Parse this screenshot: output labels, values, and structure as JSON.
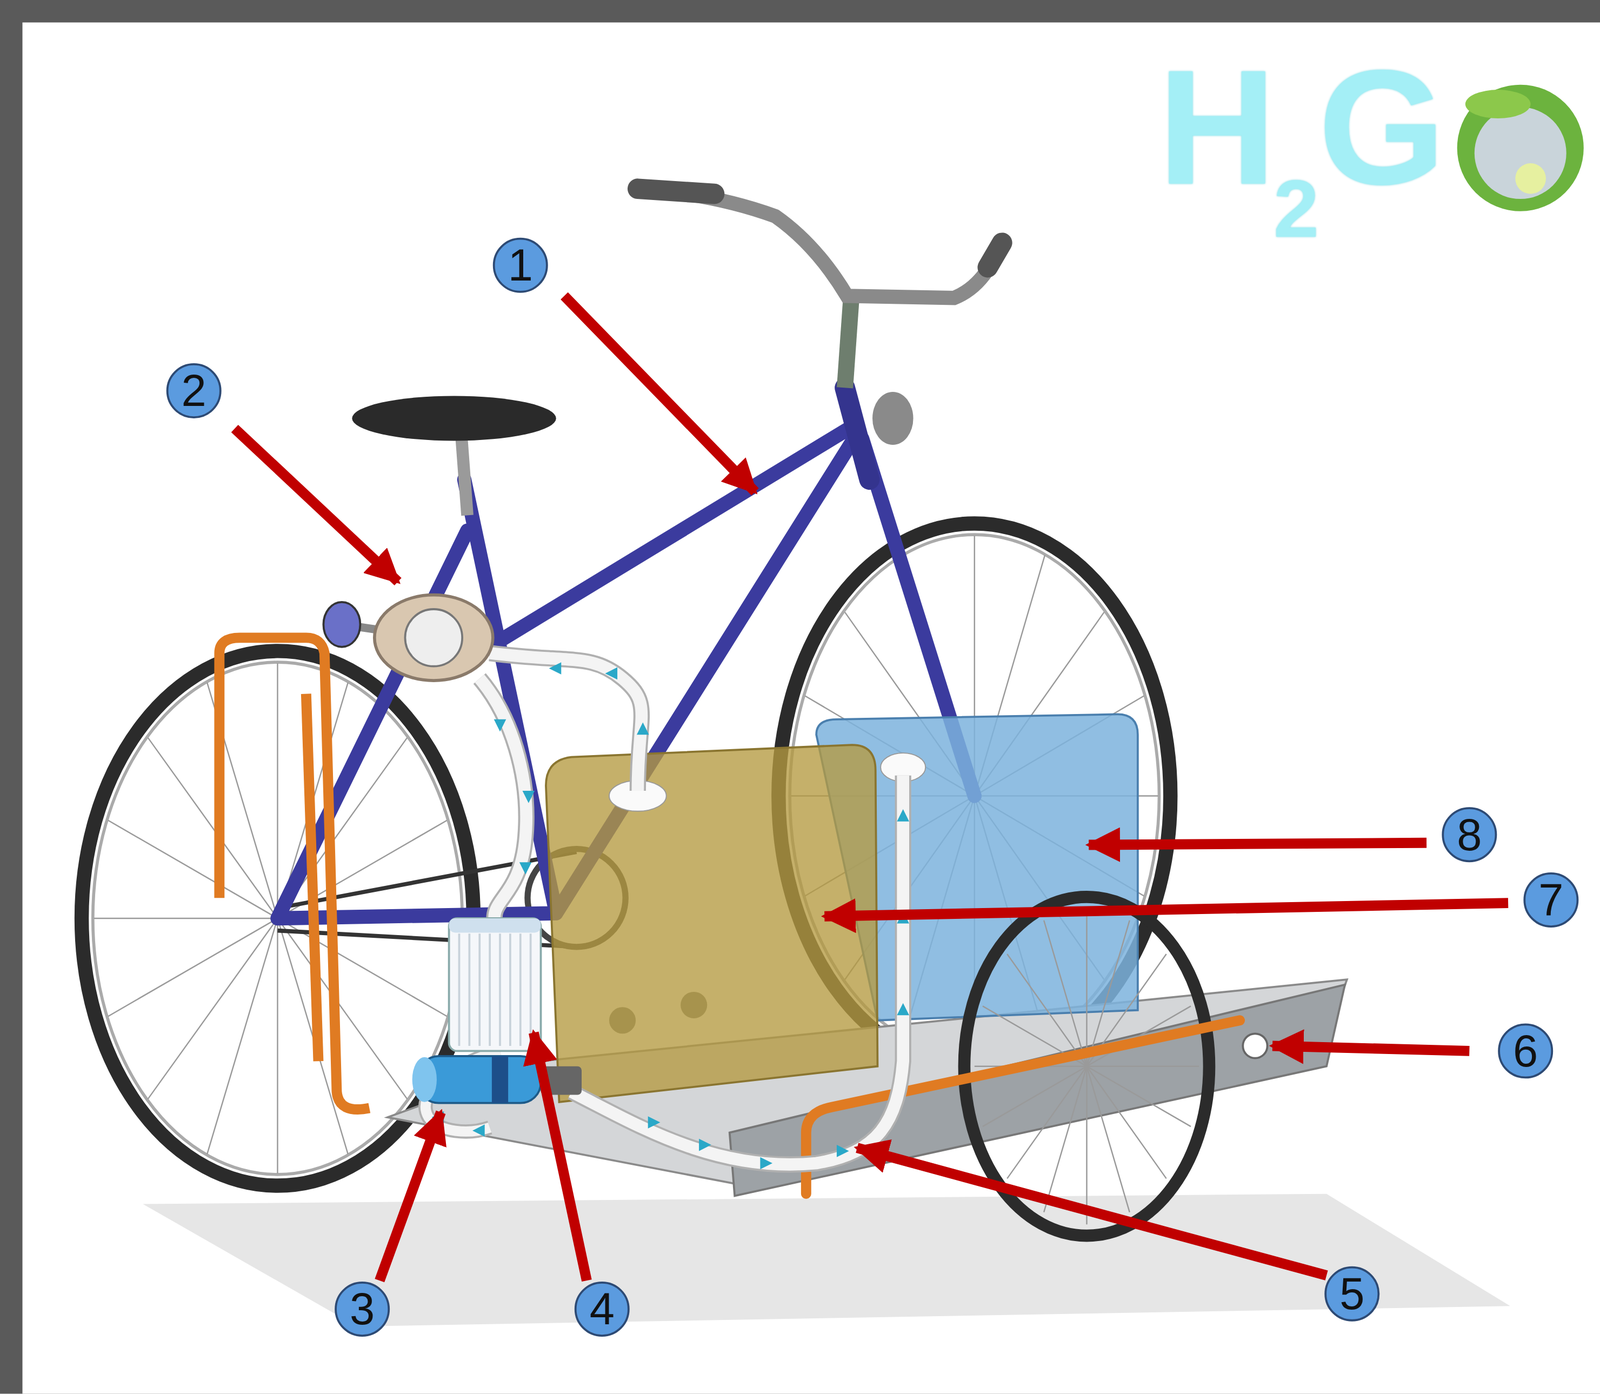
{
  "diagram": {
    "nodes": [
      {
        "text": [
          "1"
        ]
      },
      {
        "text": [
          "2"
        ]
      },
      {
        "text": [
          "3"
        ]
      },
      {
        "text": [
          "4"
        ]
      },
      {
        "text": [
          "5"
        ]
      },
      {
        "text": [
          "6"
        ]
      },
      {
        "text": [
          "7"
        ]
      },
      {
        "text": [
          "8"
        ]
      }
    ],
    "labels": [
      "H",
      "2",
      "G"
    ]
  }
}
